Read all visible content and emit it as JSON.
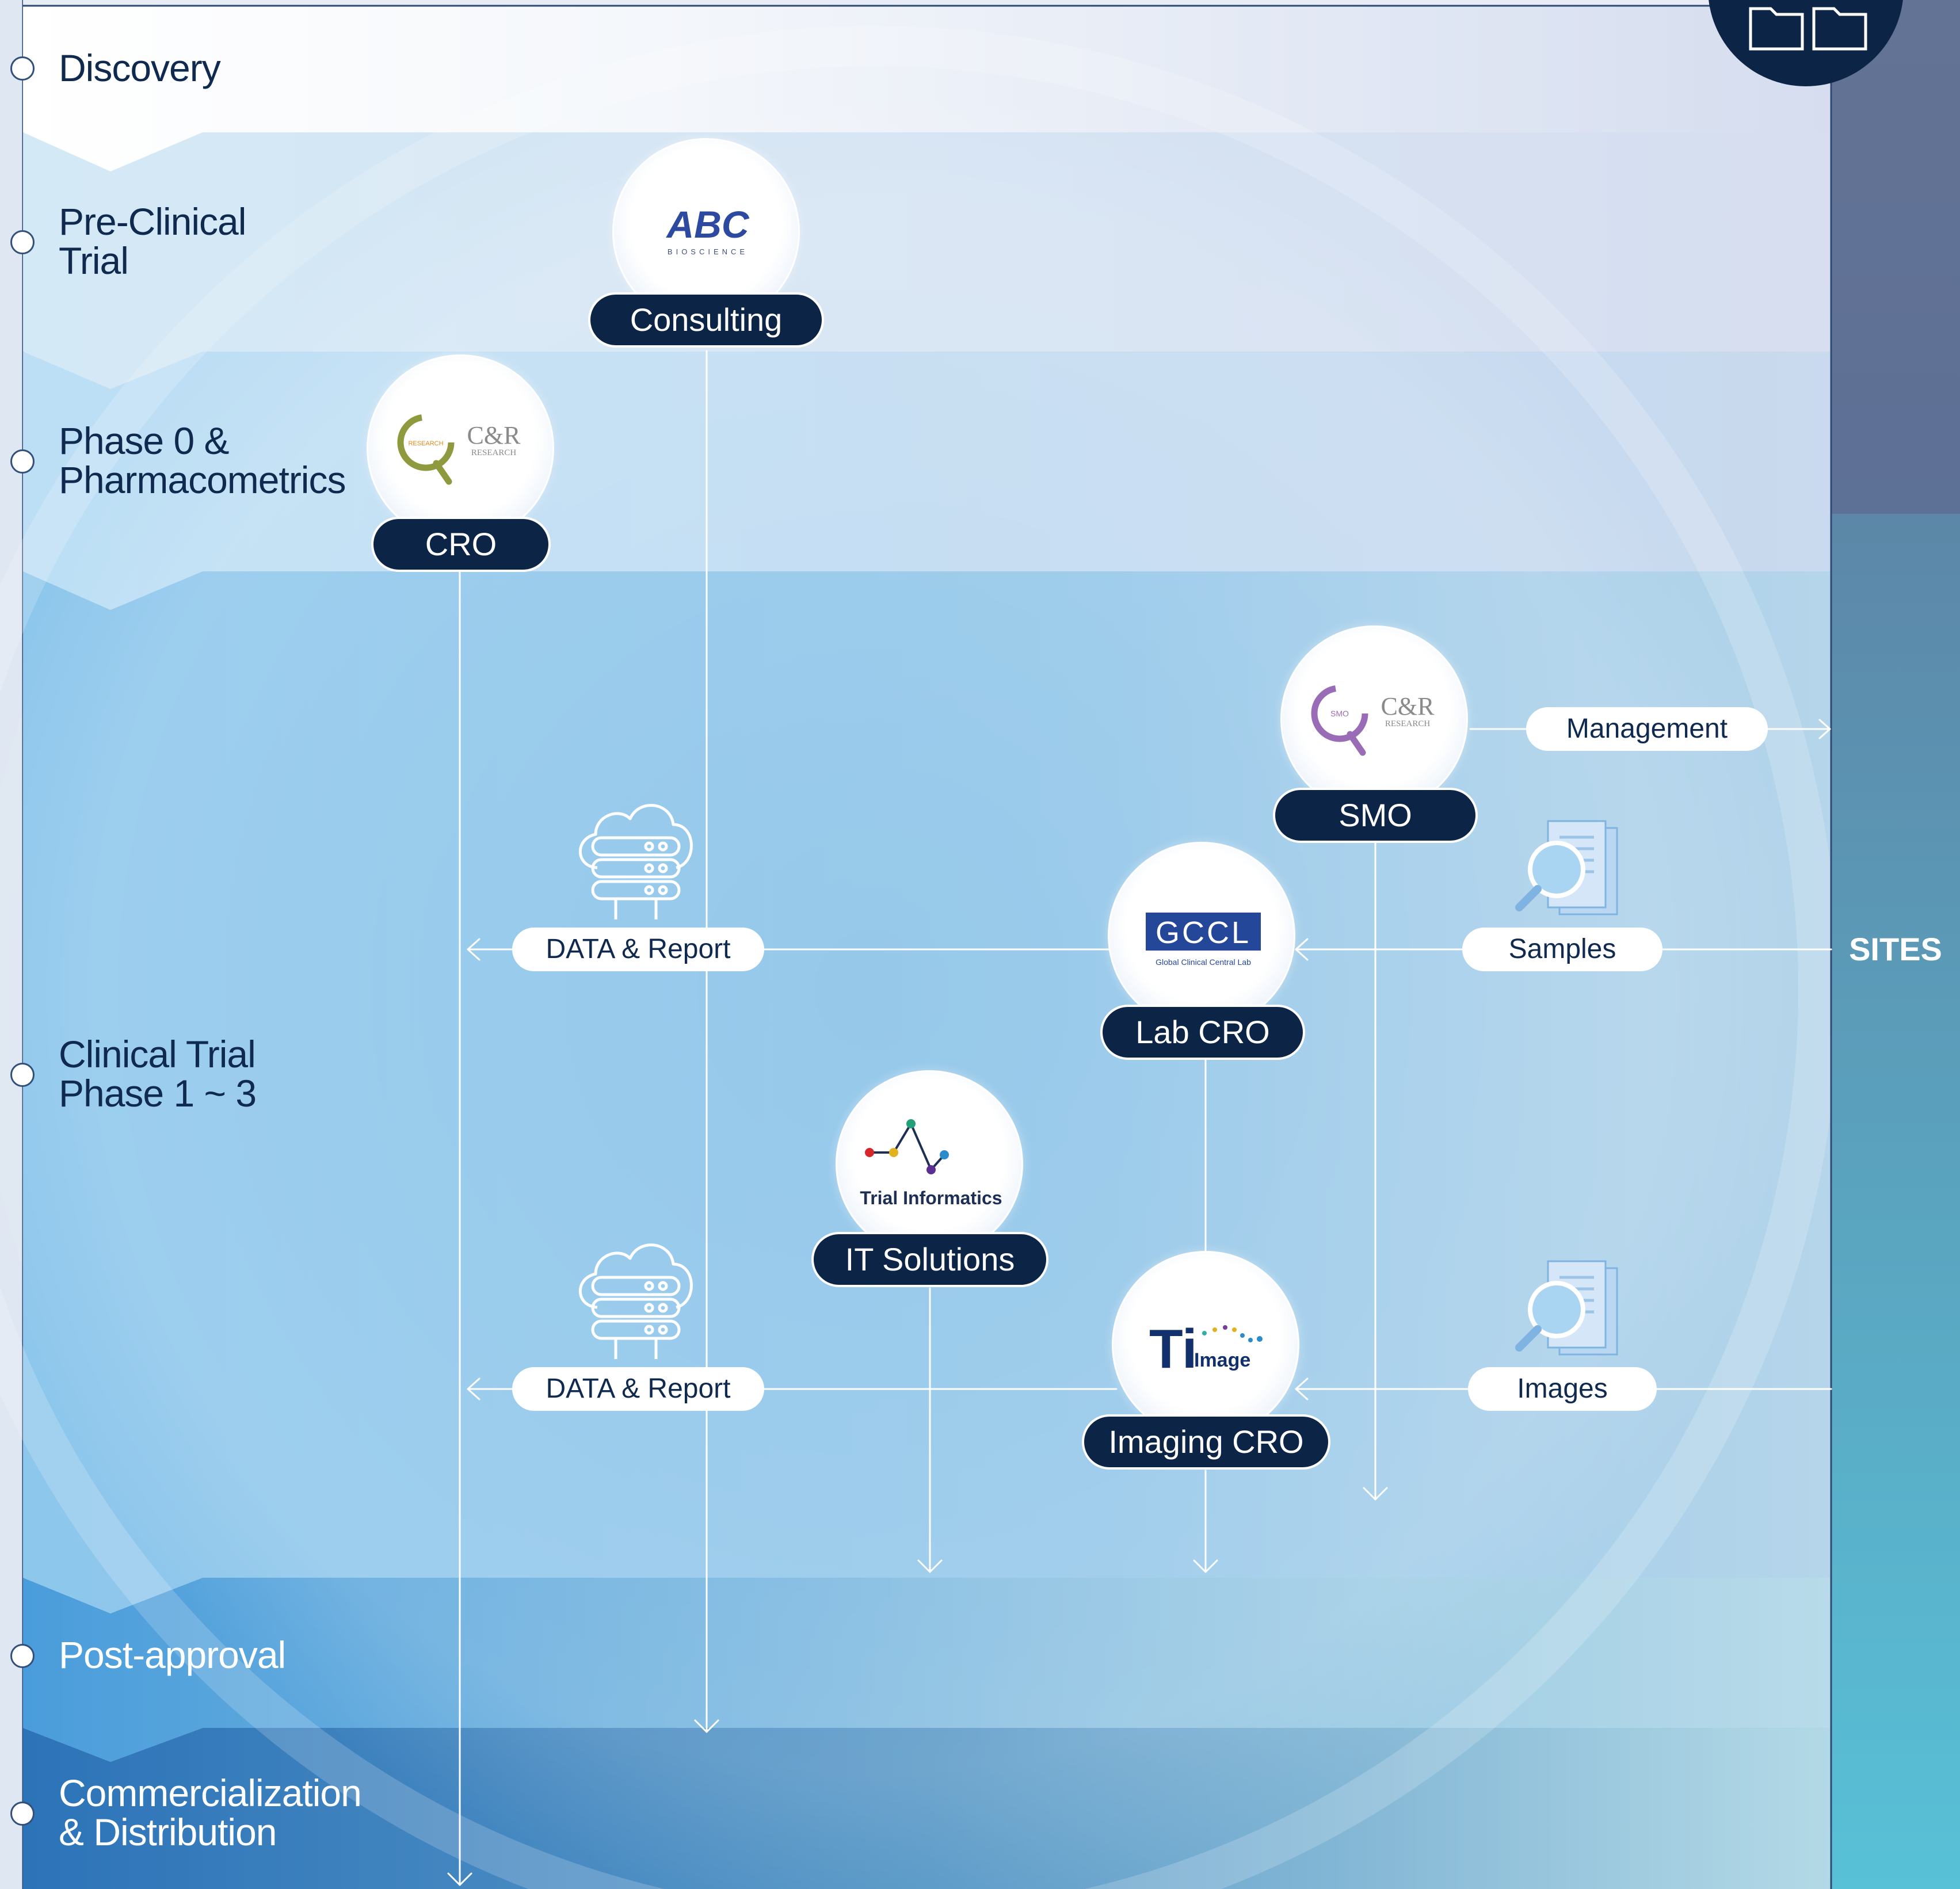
{
  "stages": [
    {
      "label": "Discovery"
    },
    {
      "label": "Pre-Clinical\nTrial"
    },
    {
      "label": "Phase 0 &\nPharmacometrics"
    },
    {
      "label": "Clinical Trial\nPhase 1 ~ 3"
    },
    {
      "label": "Post-approval"
    },
    {
      "label": "Commercialization\n& Distribution"
    }
  ],
  "services": {
    "consulting": {
      "label": "Consulting",
      "logo_text": "ABC",
      "logo_subtext": "BIOSCIENCE"
    },
    "cro": {
      "label": "CRO",
      "logo_text": "C&R",
      "logo_subtext": "RESEARCH",
      "ring_text": "RESEARCH"
    },
    "smo": {
      "label": "SMO",
      "logo_text": "C&R",
      "logo_subtext": "RESEARCH",
      "ring_text": "SMO"
    },
    "lab_cro": {
      "label": "Lab CRO",
      "logo_text": "GCCL",
      "logo_subtext": "Global Clinical Central Lab"
    },
    "it_solutions": {
      "label": "IT Solutions",
      "logo_text": "Trial Informatics"
    },
    "imaging_cro": {
      "label": "Imaging CRO",
      "logo_text": "Ti",
      "logo_subtext": "Image"
    }
  },
  "flows": {
    "management": "Management",
    "samples": "Samples",
    "images": "Images",
    "data_report_1": "DATA & Report",
    "data_report_2": "DATA & Report"
  },
  "sites_label": "SITES",
  "icons": [
    "folder-icon",
    "cloud-server-icon",
    "document-search-icon",
    "arrow-icon"
  ],
  "colors": {
    "navy": "#0c2446",
    "text": "#0f2a4e",
    "sites_bar_top": "#5e7196",
    "sites_bar_bottom": "#5fc0d6",
    "band_preclinical": "#d6e9f6",
    "band_phase0": "#bfdff4",
    "band_clinical": "#92c8ea",
    "band_postapproval": "#4f9fd8",
    "band_commercial": "#2f78bd"
  }
}
